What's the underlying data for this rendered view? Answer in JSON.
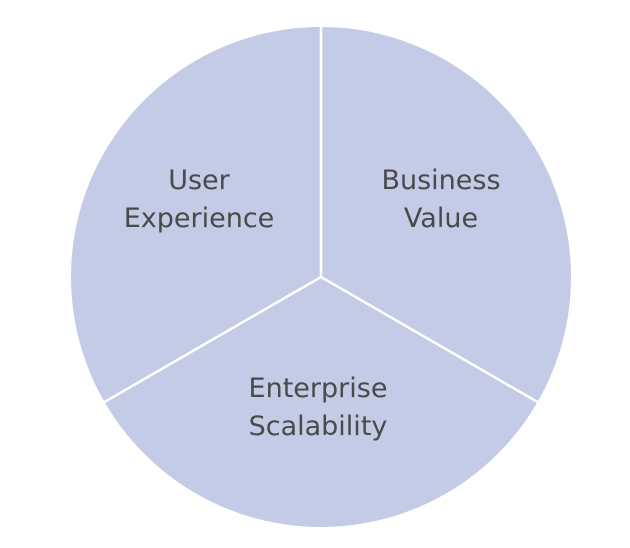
{
  "diagram": {
    "fill_color": "#c3cbe6",
    "divider_color": "#ffffff",
    "text_color": "#4a4a4a",
    "segments": [
      {
        "line1": "User",
        "line2": "Experience"
      },
      {
        "line1": "Business",
        "line2": "Value"
      },
      {
        "line1": "Enterprise",
        "line2": "Scalability"
      }
    ]
  }
}
